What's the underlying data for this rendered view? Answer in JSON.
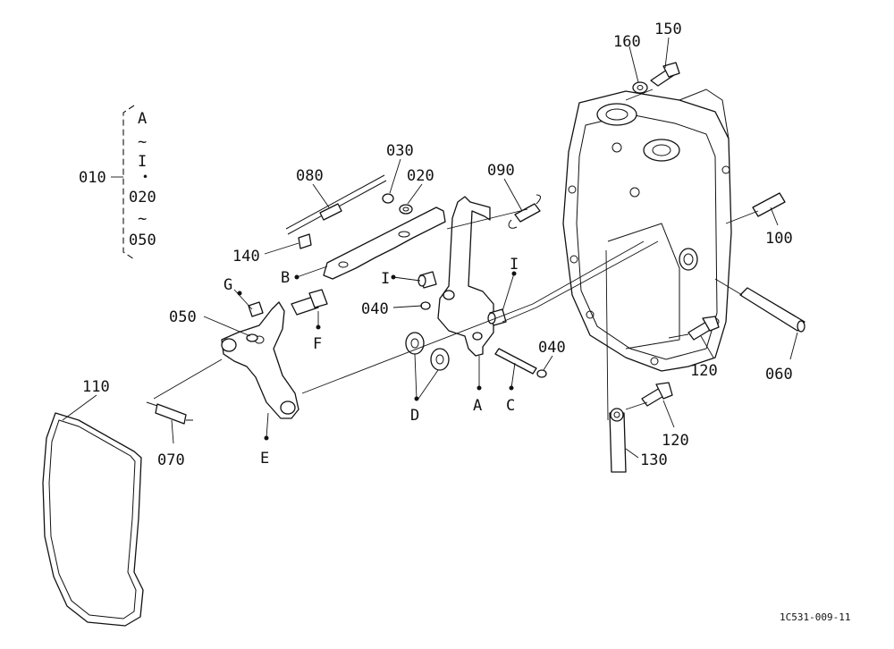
{
  "labels": {
    "l160": "160",
    "l150": "150",
    "l030": "030",
    "l020": "020",
    "l080": "080",
    "l090": "090",
    "l100": "100",
    "l140": "140",
    "lB": "B",
    "lI1": "I",
    "lI2": "I",
    "lG": "G",
    "l040a": "040",
    "l050": "050",
    "lF": "F",
    "l040b": "040",
    "l120a": "120",
    "l060": "060",
    "l110": "110",
    "lD": "D",
    "lA": "A",
    "lC": "C",
    "lE": "E",
    "l070": "070",
    "l120b": "120",
    "l130": "130"
  },
  "legend": {
    "id": "010",
    "range": [
      "A",
      "~",
      "I",
      "・",
      "020",
      "~",
      "050"
    ]
  },
  "figure_code": "1C531-009-11"
}
